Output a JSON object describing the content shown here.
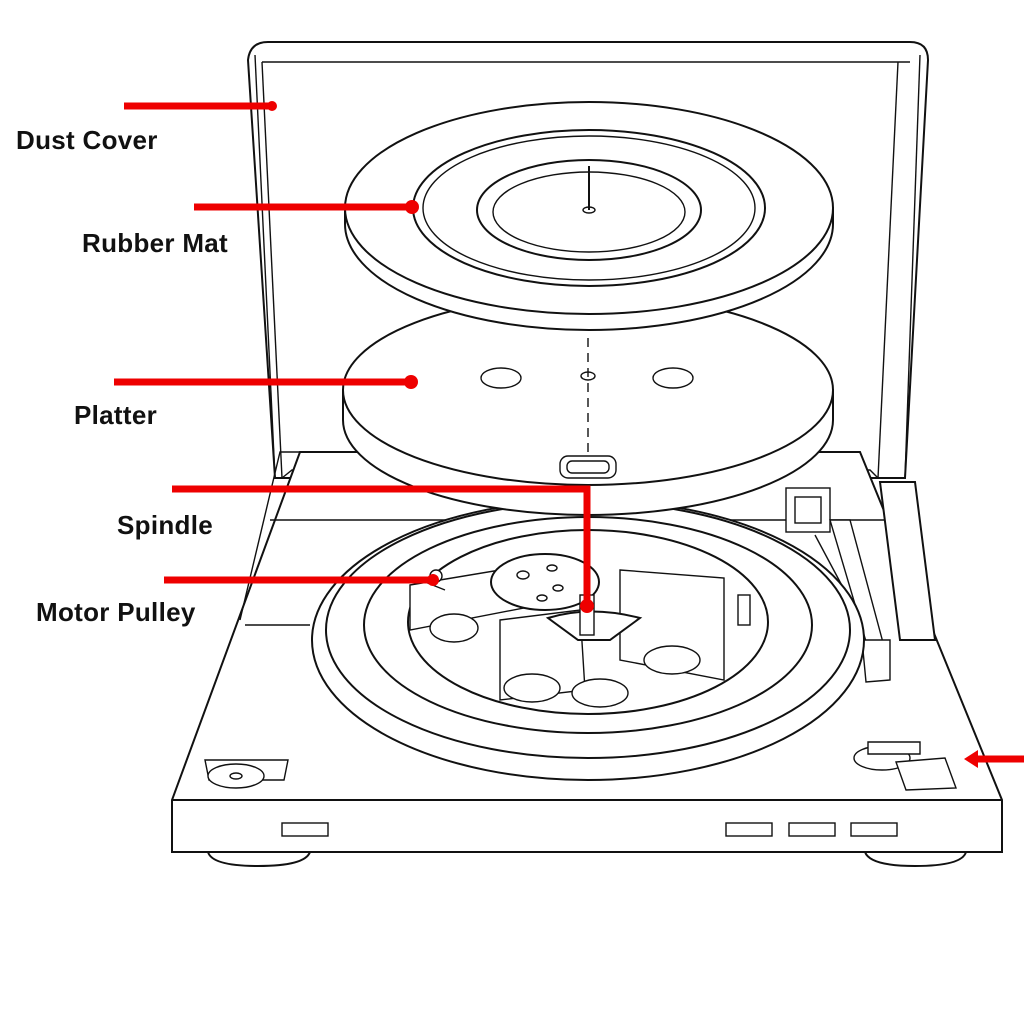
{
  "diagram": {
    "labels": {
      "dust_cover": "Dust Cover",
      "rubber_mat": "Rubber Mat",
      "platter": "Platter",
      "spindle": "Spindle",
      "motor_pulley": "Motor Pulley"
    },
    "colors": {
      "callout": "#ee0000",
      "line_art": "#111111",
      "background": "#ffffff"
    }
  }
}
